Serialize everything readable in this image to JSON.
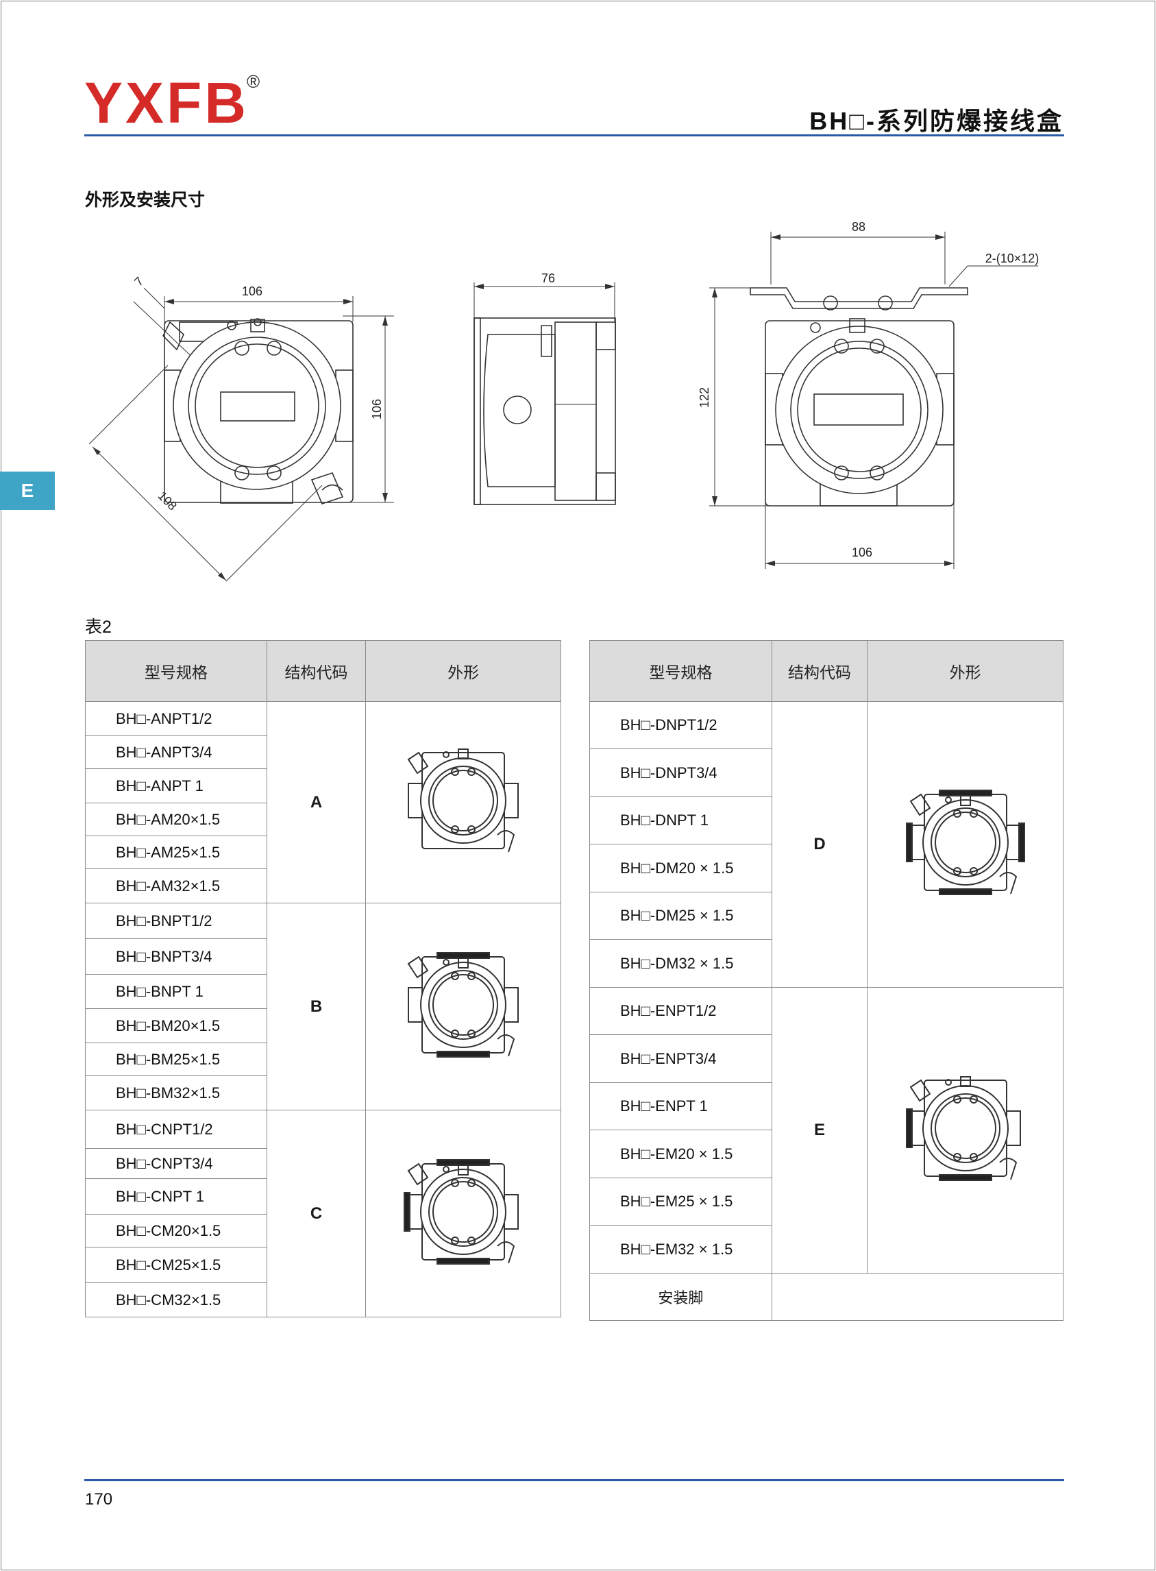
{
  "header": {
    "logo": "YXFB",
    "logo_mark": "®",
    "title": "BH□-系列防爆接线盒"
  },
  "section_title": "外形及安装尺寸",
  "side_tab": "E",
  "dimensions": {
    "front_view": {
      "width": "106",
      "height": "106",
      "diagonal": "108",
      "offset": "7"
    },
    "side_view": {
      "depth": "76"
    },
    "mount_view": {
      "foot_span": "88",
      "slots": "2-(10×12)",
      "height": "122",
      "width": "106"
    }
  },
  "table_label": "表2",
  "table_headers": {
    "model": "型号规格",
    "code": "结构代码",
    "shape": "外形"
  },
  "left_table": [
    {
      "code": "A",
      "shape_icon": "junction-box-a-icon",
      "models": [
        "BH□-ANPT1/2",
        "BH□-ANPT3/4",
        "BH□-ANPT 1",
        "BH□-AM20×1.5",
        "BH□-AM25×1.5",
        "BH□-AM32×1.5"
      ]
    },
    {
      "code": "B",
      "shape_icon": "junction-box-b-icon",
      "models": [
        "BH□-BNPT1/2",
        "BH□-BNPT3/4",
        "BH□-BNPT 1",
        "BH□-BM20×1.5",
        "BH□-BM25×1.5",
        "BH□-BM32×1.5"
      ]
    },
    {
      "code": "C",
      "shape_icon": "junction-box-c-icon",
      "models": [
        "BH□-CNPT1/2",
        "BH□-CNPT3/4",
        "BH□-CNPT 1",
        "BH□-CM20×1.5",
        "BH□-CM25×1.5",
        "BH□-CM32×1.5"
      ]
    }
  ],
  "right_table": [
    {
      "code": "D",
      "shape_icon": "junction-box-d-icon",
      "models": [
        "BH□-DNPT1/2",
        "BH□-DNPT3/4",
        "BH□-DNPT 1",
        "BH□-DM20 × 1.5",
        "BH□-DM25 × 1.5",
        "BH□-DM32 × 1.5"
      ]
    },
    {
      "code": "E",
      "shape_icon": "junction-box-e-icon",
      "models": [
        "BH□-ENPT1/2",
        "BH□-ENPT3/4",
        "BH□-ENPT 1",
        "BH□-EM20 × 1.5",
        "BH□-EM25 × 1.5",
        "BH□-EM32 × 1.5"
      ]
    }
  ],
  "right_table_footer": "安装脚",
  "page_number": "170",
  "colors": {
    "brand_red": "#d52b28",
    "rule_blue": "#2a5aa6",
    "tab_cyan": "#3fa4c6",
    "header_gray": "#dcdcdc"
  }
}
